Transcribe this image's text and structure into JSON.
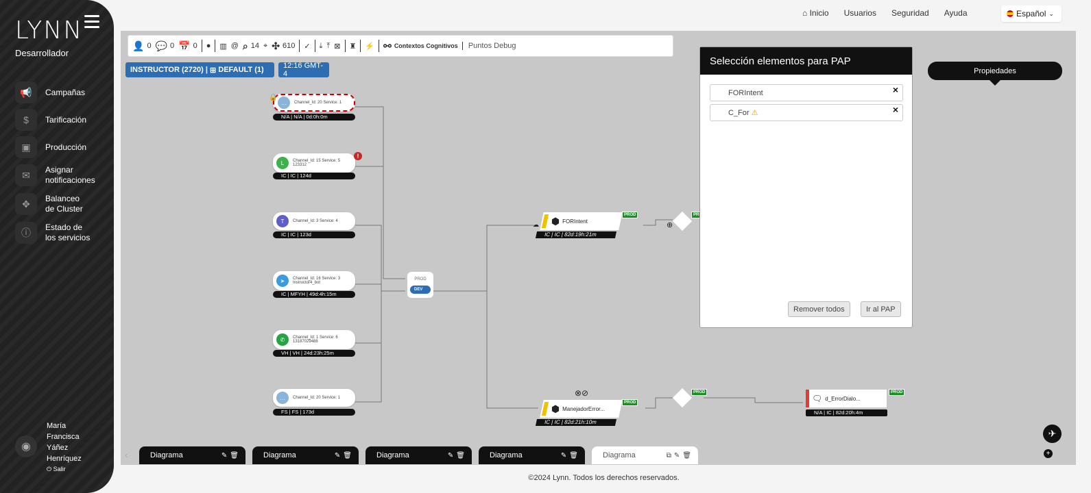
{
  "sidebar": {
    "logo": "LYNN",
    "role": "Desarrollador",
    "items": [
      {
        "label": "Campañas",
        "icon": "megaphone-icon"
      },
      {
        "label": "Tarificación",
        "icon": "dollar-icon"
      },
      {
        "label": "Producción",
        "icon": "briefcase-icon"
      },
      {
        "label": "Asignar notificaciones",
        "icon": "notification-icon"
      },
      {
        "label": "Balanceo de Cluster",
        "icon": "cluster-icon"
      },
      {
        "label": "Estado de los servicios",
        "icon": "info-icon"
      }
    ],
    "user": {
      "name": "María Francisca Yáñez Henríquez",
      "logout": "Salir"
    }
  },
  "topnav": {
    "home": "Inicio",
    "users": "Usuarios",
    "security": "Seguridad",
    "help": "Ayuda",
    "language": "Español"
  },
  "toolbar": {
    "c_users": "0",
    "c_chat": "0",
    "c_cal": "0",
    "c_search": "14",
    "c_puzzle": "610",
    "contexts": "Contextos Cognitivos",
    "debug": "Puntos Debug"
  },
  "badges": {
    "instructor": "INSTRUCTOR (2720)",
    "default": "DEFAULT (1)",
    "time": "12:16 GMT-4"
  },
  "channels": [
    {
      "title": "Channel_Id: 20 Service: 1",
      "sub": "",
      "status": "N/A | N/A | 0d:0h:0m",
      "color": "#8ab4d9"
    },
    {
      "title": "Channel_Id: 15 Service: 5",
      "sub": "123312",
      "status": "IC | IC | 124d",
      "color": "#3bb34a"
    },
    {
      "title": "Channel_Id: 3 Service: 4",
      "sub": "",
      "status": "IC | IC | 123d",
      "color": "#5b5fc7"
    },
    {
      "title": "Channel_Id: 16 Service: 3",
      "sub": "Instructor4_bot",
      "status": "IC | MFYH | 49d:4h:15m",
      "color": "#3a9be0"
    },
    {
      "title": "Channel_Id: 1 Service: 6",
      "sub": "13187029488",
      "status": "VH | VH | 24d:23h:25m",
      "color": "#25a244"
    },
    {
      "title": "Channel_Id: 20 Service: 1",
      "sub": "",
      "status": "FS | FS | 173d",
      "color": "#8ab4d9"
    }
  ],
  "merge": {
    "prod": "PROD",
    "dev": "DEV"
  },
  "flows": {
    "f1": {
      "name": "FORIntent",
      "status": "IC | IC | 82d:19h:21m",
      "tag": "PROD"
    },
    "f2": {
      "name": "ManejadorError...",
      "status": "IC | IC | 82d:21h:10m",
      "tag": "PROD"
    },
    "f3": {
      "name": "d_ErrorDialo...",
      "status": "N/A | IC | 82d:20h:4m",
      "tag": "PROD"
    },
    "d1tag": "PROD",
    "d2tag": "PROD"
  },
  "pap": {
    "title": "Selección elementos para PAP",
    "items": [
      "FORIntent",
      "C_For"
    ],
    "remove_all": "Remover todos",
    "go": "Ir al PAP"
  },
  "properties": "Propiedades",
  "tabs": [
    "Diagrama",
    "Diagrama",
    "Diagrama",
    "Diagrama",
    "Diagrama"
  ],
  "footer": "©2024 Lynn. Todos los derechos reservados."
}
